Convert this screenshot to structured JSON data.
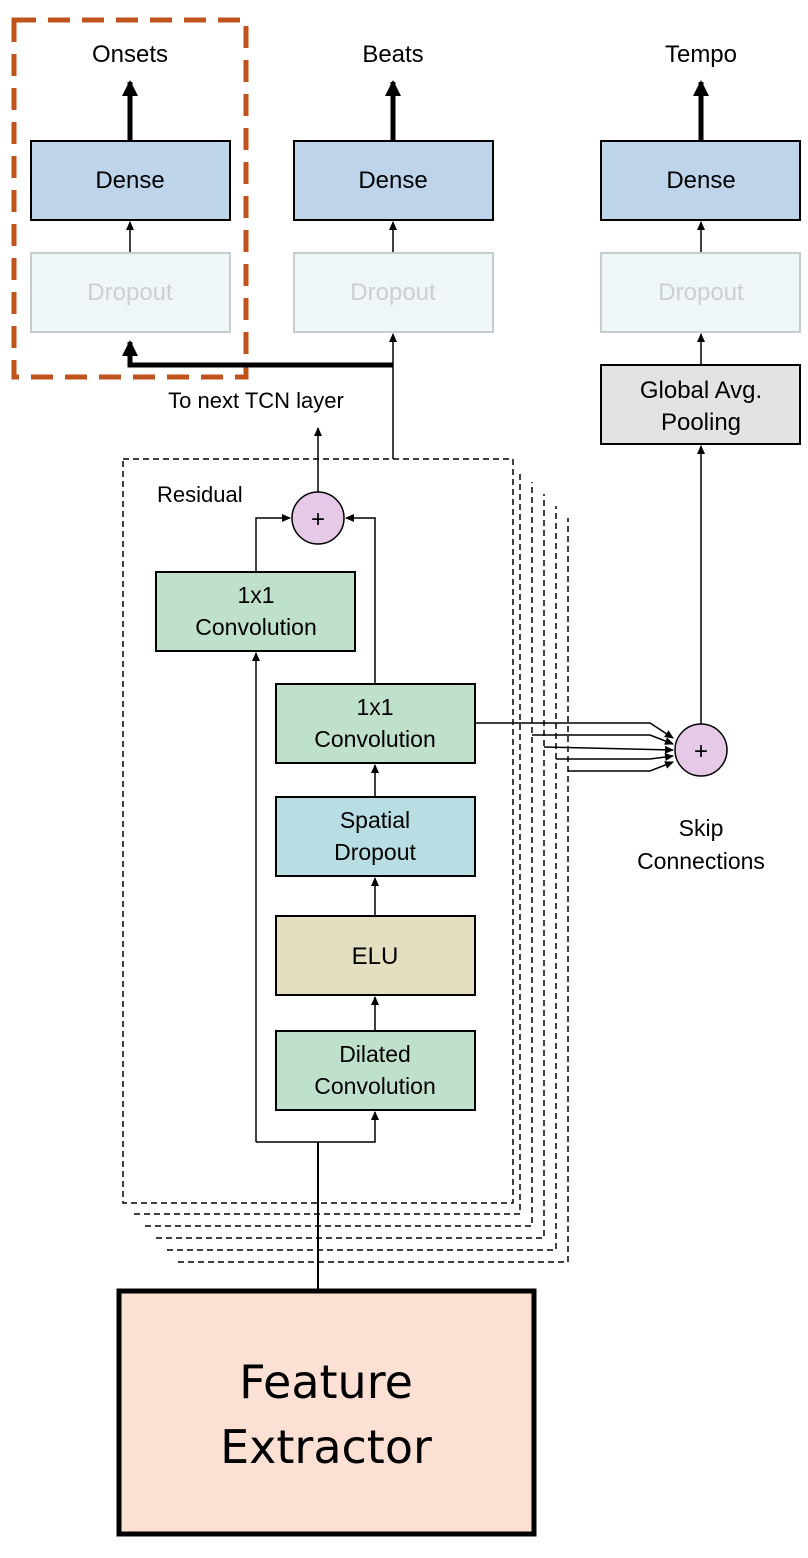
{
  "outputs": {
    "onsets": "Onsets",
    "beats": "Beats",
    "tempo": "Tempo"
  },
  "heads": {
    "dense": "Dense",
    "dropout": "Dropout",
    "pool_line1": "Global Avg.",
    "pool_line2": "Pooling"
  },
  "tcn": {
    "next_layer": "To next TCN layer",
    "residual": "Residual",
    "plus": "+",
    "conv1x1_line1": "1x1",
    "conv1x1_line2": "Convolution",
    "spatial_line1": "Spatial",
    "spatial_line2": "Dropout",
    "elu": "ELU",
    "dilated_line1": "Dilated",
    "dilated_line2": "Convolution"
  },
  "skip": {
    "line1": "Skip",
    "line2": "Connections"
  },
  "feature": {
    "line1": "Feature",
    "line2": "Extractor"
  },
  "colors": {
    "dense": "#bdd4ea",
    "dropout": "#eef6f8",
    "pool": "#e3e3e3",
    "conv": "#bfe0cb",
    "spatial": "#b8dde3",
    "elu": "#e4dfc0",
    "sum": "#e6c9e6",
    "feature": "#fbe0d3",
    "highlight": "#c0531b"
  }
}
